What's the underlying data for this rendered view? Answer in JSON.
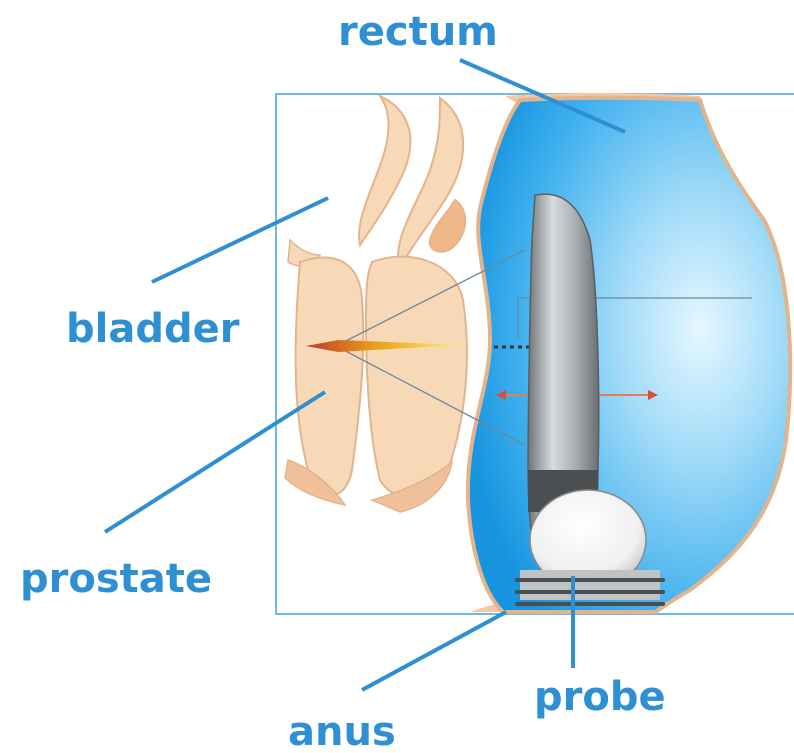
{
  "labels": {
    "rectum": "rectum",
    "bladder": "bladder",
    "prostate": "prostate",
    "anus": "anus",
    "probe": "probe"
  },
  "colors": {
    "label": "#2f8fd3",
    "leader": "#2f8fd3",
    "frame": "#6fb8e8",
    "tissue": "#f7d9b8",
    "tissue_edge": "#e3b48c",
    "rectum_light": "#cfefff",
    "rectum_dark": "#1a9be4",
    "probe_metal": "#9ea3a6",
    "ultrasound_beam": "#e2a21a"
  }
}
